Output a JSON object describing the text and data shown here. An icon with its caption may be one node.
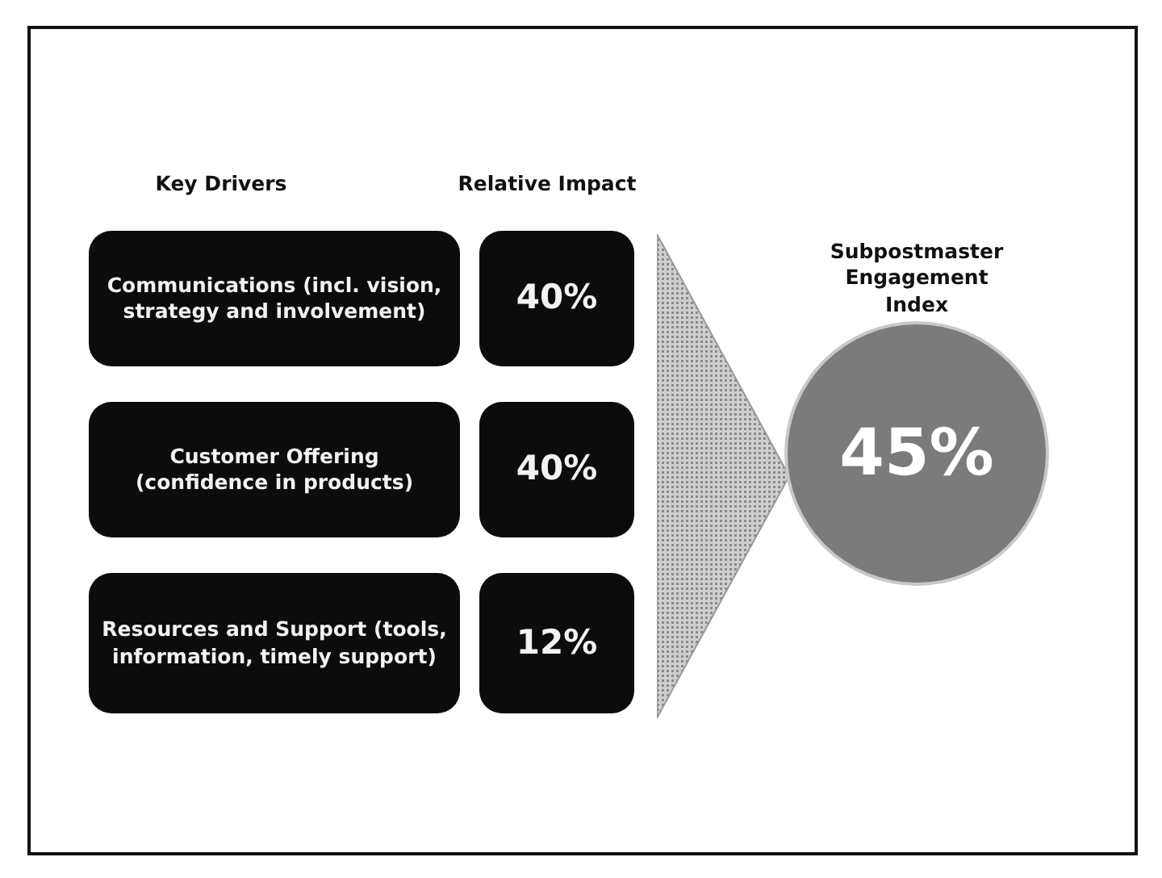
{
  "diagram": {
    "nodes": [
      {
        "text": [
          "Communications (incl. vision, strategy and involvement)"
        ]
      },
      {
        "text": [
          "40%"
        ]
      },
      {
        "text": [
          "Customer Offering (confidence in products)"
        ]
      },
      {
        "text": [
          "40%"
        ]
      },
      {
        "text": [
          "Resources and Support (tools, information, timely support)"
        ]
      },
      {
        "text": [
          "12%"
        ]
      },
      {
        "text": [],
        "shape": "triangle"
      },
      {
        "text": [
          "Subpostmaster Engagement Index",
          "45%"
        ]
      }
    ],
    "labels": [
      "Key Drivers",
      "Relative Impact"
    ]
  }
}
